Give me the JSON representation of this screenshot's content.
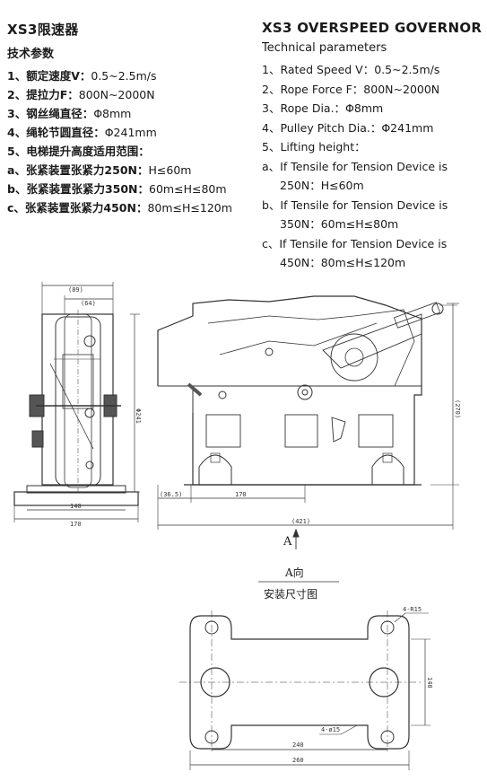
{
  "cn": {
    "title": "XS3限速器",
    "subtitle": "技术参数",
    "specs": [
      {
        "key": "1、额定速度V：",
        "value": "0.5~2.5m/s"
      },
      {
        "key": "2、提拉力F：",
        "value": "800N~2000N"
      },
      {
        "key": "3、钢丝绳直径：",
        "value": "Φ8mm"
      },
      {
        "key": "4、绳轮节圆直径：",
        "value": "Φ241mm"
      },
      {
        "key": "5、电梯提升高度适用范围：",
        "value": ""
      },
      {
        "key": "a、张紧装置张紧力250N：",
        "value": "H≤60m"
      },
      {
        "key": "b、张紧装置张紧力350N：",
        "value": "60m≤H≤80m"
      },
      {
        "key": "c、张紧装置张紧力450N：",
        "value": "80m≤H≤120m"
      }
    ]
  },
  "en": {
    "title": "XS3 OVERSPEED GOVERNOR",
    "subtitle": "Technical parameters",
    "lines": [
      "1、Rated Speed V：0.5~2.5m/s",
      "2、Rope Force F：800N~2000N",
      "3、Rope Dia.：Φ8mm",
      "4、Pulley Pitch Dia.：Φ241mm",
      "5、Lifting height：",
      "a、If Tensile for Tension Device is",
      "250N：H≤60m",
      "b、If Tensile for Tension Device is",
      "350N：60m≤H≤80m",
      "c、If Tensile for Tension Device is",
      "450N：80m≤H≤120m"
    ]
  },
  "drawing": {
    "side_dims": {
      "top_outer": "(89)",
      "top_inner": "(64)",
      "height": "Φ241",
      "base_inner": "140",
      "base_outer": "170"
    },
    "front_dims": {
      "offset": "(36.5)",
      "mid": "170",
      "total": "(421)",
      "height": "(270)"
    },
    "view_arrow": "A",
    "caption_view": "A向",
    "caption_title": "安装尺寸图",
    "base_dims": {
      "top_holes": "4-R15",
      "bottom_holes": "4-ø15",
      "inner_width": "240",
      "outer_width": "260",
      "height": "140"
    }
  }
}
